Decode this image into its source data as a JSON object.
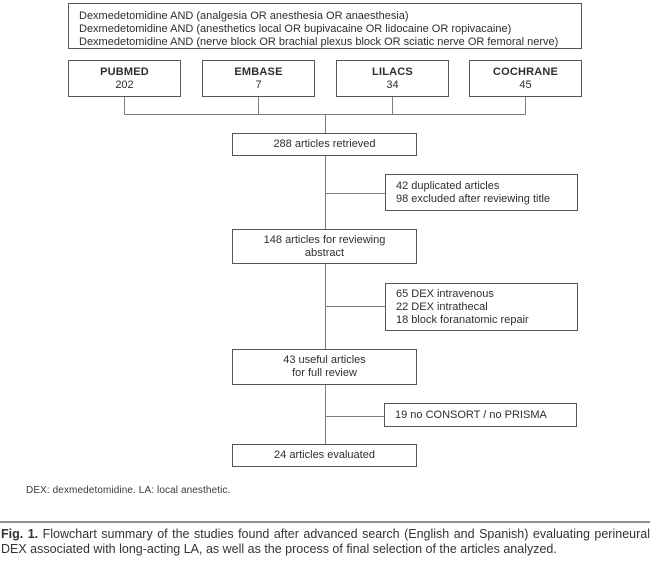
{
  "flowchart": {
    "query_box": {
      "lines": [
        "Dexmedetomidine AND (analgesia OR anesthesia OR anaesthesia)",
        "Dexmedetomidine AND (anesthetics local OR bupivacaine OR lidocaine OR ropivacaine)",
        "Dexmedetomidine AND (nerve block OR brachial plexus block OR sciatic nerve OR femoral nerve)"
      ]
    },
    "databases": [
      {
        "name": "PUBMED",
        "count": "202"
      },
      {
        "name": "EMBASE",
        "count": "7"
      },
      {
        "name": "LILACS",
        "count": "34"
      },
      {
        "name": "COCHRANE",
        "count": "45"
      }
    ],
    "retrieved_box": {
      "label": "288 articles retrieved"
    },
    "abstract_box": {
      "lines": [
        "148 articles for reviewing",
        "abstract"
      ]
    },
    "full_review_box": {
      "lines": [
        "43 useful articles",
        "for full review"
      ]
    },
    "evaluated_box": {
      "label": "24 articles evaluated"
    },
    "excluded_title_box": {
      "lines": [
        "42 duplicated articles",
        "98 excluded after reviewing title"
      ]
    },
    "excluded_abstract_box": {
      "lines": [
        "65 DEX intravenous",
        "22 DEX intrathecal",
        "18 block foranatomic repair"
      ]
    },
    "excluded_full_box": {
      "lines": [
        "19 no CONSORT / no PRISMA"
      ]
    }
  },
  "footnote": "DEX: dexmedetomidine. LA: local anesthetic.",
  "caption": {
    "label": "Fig. 1.",
    "text": " Flowchart summary of the studies found after advanced search (English and Spanish) evaluating perineural DEX associated with long-acting LA, as well as the process of final selection of the articles analyzed."
  },
  "colors": {
    "box_border": "#565656",
    "connector": "#7d7d7d",
    "caption_rule": "#909090"
  }
}
